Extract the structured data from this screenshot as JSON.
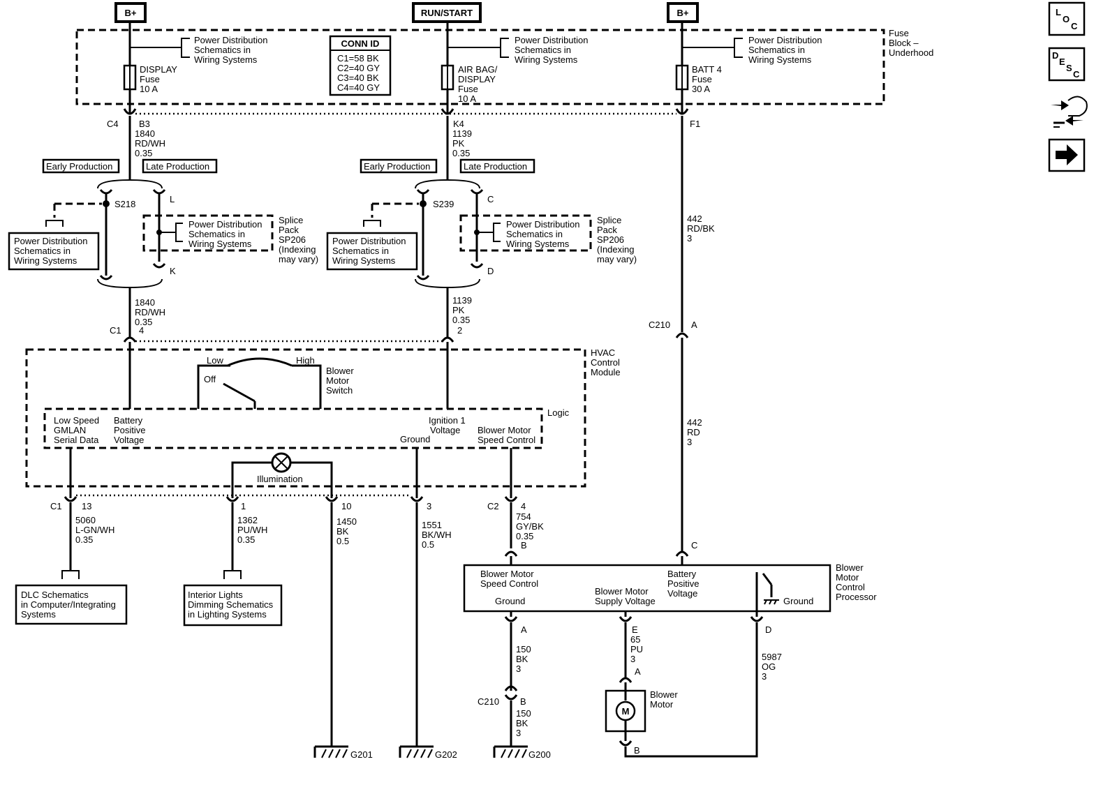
{
  "power_sources": [
    {
      "label": "B+"
    },
    {
      "label": "RUN/START"
    },
    {
      "label": "B+"
    }
  ],
  "fuse_block": {
    "title_lines": [
      "Fuse",
      "Block –",
      "Underhood"
    ]
  },
  "power_dist_ref_lines": [
    "Power Distribution",
    "Schematics in",
    "Wiring Systems"
  ],
  "conn_id": {
    "title": "CONN ID",
    "lines": [
      "C1=58 BK",
      "C2=40 GY",
      "C3=40 BK",
      "C4=40 GY"
    ]
  },
  "fuses": [
    {
      "name_lines": [
        "DISPLAY",
        "Fuse",
        "10 A"
      ]
    },
    {
      "name_lines": [
        "AIR BAG/",
        "DISPLAY",
        "Fuse",
        "10 A"
      ]
    },
    {
      "name_lines": [
        "BATT 4",
        "Fuse",
        "30 A"
      ]
    }
  ],
  "connectors": {
    "c4": "C4",
    "b3": "B3",
    "k4": "K4",
    "f1": "F1",
    "c1": "C1",
    "c1_pin_left": "4",
    "c1_pin_right": "2",
    "c210": "C210",
    "c210_a": "A",
    "c1b": "C1",
    "c2": "C2",
    "c2_pin": "4",
    "pin_b": "B",
    "pin_c": "C",
    "pin_13": "13",
    "pin_1": "1",
    "pin_10": "10",
    "pin_3": "3",
    "pin_a": "A",
    "pin_e": "E",
    "pin_d": "D",
    "pin_a2": "A",
    "c210b": "C210",
    "c210b_b": "B",
    "motor_b": "B"
  },
  "wires": {
    "w1840_top": [
      "1840",
      "RD/WH",
      "0.35"
    ],
    "w1139_top": [
      "1139",
      "PK",
      "0.35"
    ],
    "w442_top": [
      "442",
      "RD/BK",
      "3"
    ],
    "w1840_bot": [
      "1840",
      "RD/WH",
      "0.35"
    ],
    "w1139_bot": [
      "1139",
      "PK",
      "0.35"
    ],
    "w442_bot": [
      "442",
      "RD",
      "3"
    ],
    "w5060": [
      "5060",
      "L-GN/WH",
      "0.35"
    ],
    "w1362": [
      "1362",
      "PU/WH",
      "0.35"
    ],
    "w1450": [
      "1450",
      "BK",
      "0.5"
    ],
    "w1551": [
      "1551",
      "BK/WH",
      "0.5"
    ],
    "w754": [
      "754",
      "GY/BK",
      "0.35"
    ],
    "w150a": [
      "150",
      "BK",
      "3"
    ],
    "w150b": [
      "150",
      "BK",
      "3"
    ],
    "w65": [
      "65",
      "PU",
      "3"
    ],
    "w5987": [
      "5987",
      "OG",
      "3"
    ]
  },
  "production": {
    "early": "Early Production",
    "late": "Late Production"
  },
  "splices": {
    "s218": "S218",
    "s239": "S239",
    "l": "L",
    "k": "K",
    "c": "C",
    "d": "D"
  },
  "splice_pack_lines": [
    "Splice",
    "Pack",
    "SP206",
    "(Indexing",
    "may vary)"
  ],
  "hvac": {
    "title_lines": [
      "HVAC",
      "Control",
      "Module"
    ],
    "logic": "Logic",
    "low": "Low",
    "high": "High",
    "off": "Off",
    "switch_lines": [
      "Blower",
      "Motor",
      "Switch"
    ],
    "gmlan_lines": [
      "Low Speed",
      "GMLAN",
      "Serial Data"
    ],
    "batt_lines": [
      "Battery",
      "Positive",
      "Voltage"
    ],
    "ign_lines": [
      "Ignition 1",
      "Voltage"
    ],
    "ground": "Ground",
    "speed_lines": [
      "Blower Motor",
      "Speed Control"
    ],
    "illumination": "Illumination"
  },
  "refs": {
    "dlc_lines": [
      "DLC Schematics",
      "in Computer/Integrating",
      "Systems"
    ],
    "interior_lines": [
      "Interior Lights",
      "Dimming Schematics",
      "in Lighting Systems"
    ]
  },
  "processor": {
    "title_lines": [
      "Blower",
      "Motor",
      "Control",
      "Processor"
    ],
    "speed_lines": [
      "Blower Motor",
      "Speed Control"
    ],
    "ground_left": "Ground",
    "supply_lines": [
      "Blower Motor",
      "Supply Voltage"
    ],
    "batt_lines": [
      "Battery",
      "Positive",
      "Voltage"
    ],
    "ground_right": "Ground"
  },
  "motor": {
    "symbol": "M",
    "label_lines": [
      "Blower",
      "Motor"
    ]
  },
  "grounds": {
    "g201": "G201",
    "g202": "G202",
    "g200": "G200"
  },
  "side_icons": [
    {
      "name": "loc-icon",
      "letters": [
        "L",
        "O",
        "C"
      ]
    },
    {
      "name": "desc-icon",
      "letters": [
        "D",
        "E",
        "S",
        "C"
      ]
    },
    {
      "name": "connector-hand-icon"
    },
    {
      "name": "next-arrow-icon"
    }
  ]
}
